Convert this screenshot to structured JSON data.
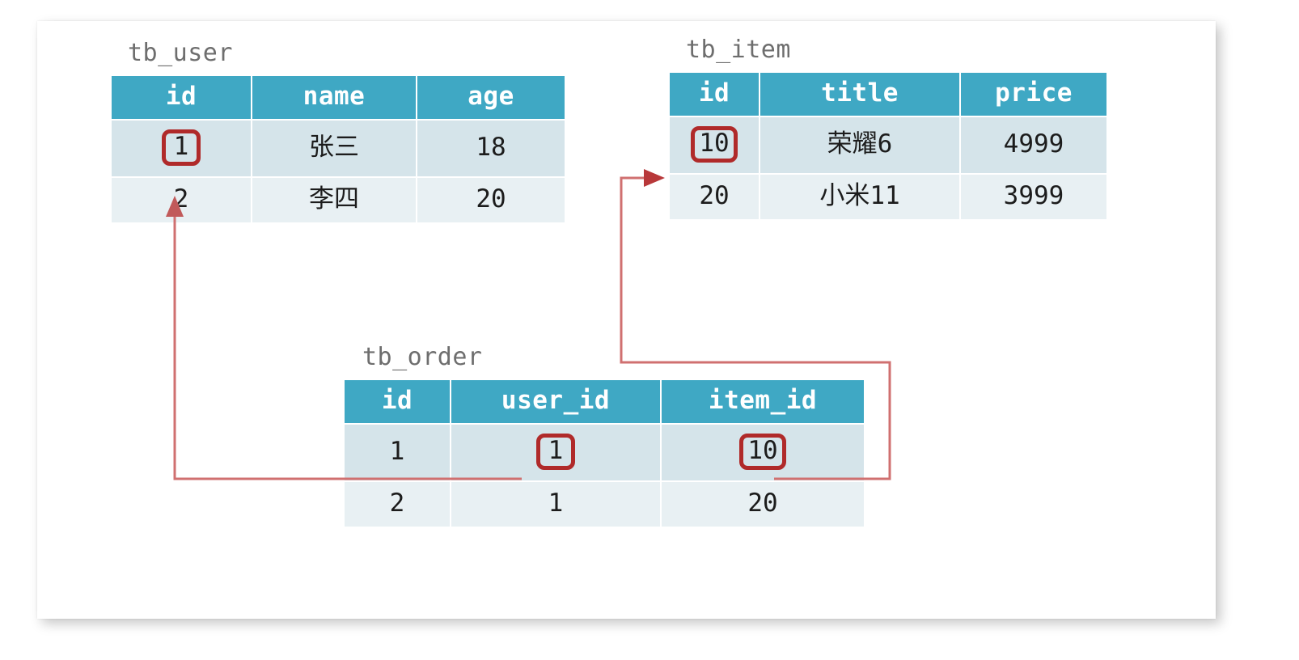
{
  "diagram": {
    "title_hidden": "",
    "accent_header": "#3fa8c4",
    "row_odd": "#d5e4ea",
    "row_even": "#e8f0f3",
    "highlight_color": "#b02a2a",
    "connector_color": "#d07070",
    "arrow_color": "#b8383a",
    "card_background": "#ffffff"
  },
  "tables": {
    "user": {
      "title": "tb_user",
      "columns": [
        "id",
        "name",
        "age"
      ],
      "rows": [
        [
          "1",
          "张三",
          "18"
        ],
        [
          "2",
          "李四",
          "20"
        ]
      ]
    },
    "item": {
      "title": "tb_item",
      "columns": [
        "id",
        "title",
        "price"
      ],
      "rows": [
        [
          "10",
          "荣耀6",
          "4999"
        ],
        [
          "20",
          "小米11",
          "3999"
        ]
      ]
    },
    "order": {
      "title": "tb_order",
      "columns": [
        "id",
        "user_id",
        "item_id"
      ],
      "rows": [
        [
          "1",
          "1",
          "10"
        ],
        [
          "2",
          "1",
          "20"
        ]
      ]
    }
  },
  "relations": [
    {
      "name": "order-user-fk",
      "from_table": "tb_order",
      "from_column": "user_id",
      "from_value": "1",
      "to_table": "tb_user",
      "to_column": "id",
      "to_value": "1"
    },
    {
      "name": "order-item-fk",
      "from_table": "tb_order",
      "from_column": "item_id",
      "from_value": "10",
      "to_table": "tb_item",
      "to_column": "id",
      "to_value": "10"
    }
  ]
}
